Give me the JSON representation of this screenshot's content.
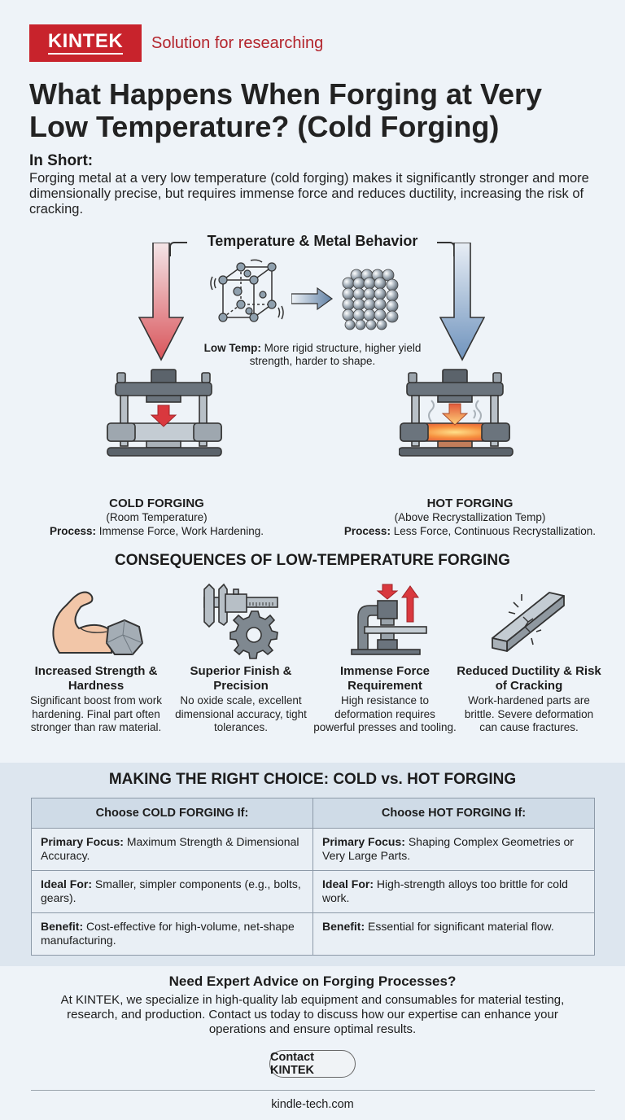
{
  "brand": {
    "logo": "KINTEK",
    "tagline": "Solution for researching",
    "accent_color": "#c8232c"
  },
  "title": "What Happens When Forging at Very Low Temperature? (Cold Forging)",
  "in_short": {
    "label": "In Short:",
    "text": "Forging metal at a very low temperature (cold forging) makes it significantly stronger and more dimensionally precise, but requires immense force and reduces ductility, increasing the risk of cracking."
  },
  "temperature_section": {
    "title": "Temperature & Metal Behavior",
    "caption_label": "Low Temp:",
    "caption_text": " More rigid structure, higher yield strength, harder to shape.",
    "cold_arrow_color": "#d9545a",
    "hot_arrow_color": "#6f93bd"
  },
  "cold_forging": {
    "title": "COLD FORGING",
    "subtitle": "(Room Temperature)",
    "process_label": "Process:",
    "process_text": " Immense Force, Work Hardening."
  },
  "hot_forging": {
    "title": "HOT FORGING",
    "subtitle": "(Above Recrystallization Temp)",
    "process_label": "Process:",
    "process_text": " Less Force, Continuous Recrystallization."
  },
  "consequences": {
    "title": "CONSEQUENCES OF LOW-TEMPERATURE FORGING",
    "items": [
      {
        "icon": "flexed-arm-icon",
        "title": "Increased Strength & Hardness",
        "text": "Significant boost from work hardening. Final part often stronger than raw material."
      },
      {
        "icon": "caliper-gear-icon",
        "title": "Superior Finish & Precision",
        "text": "No oxide scale, excellent dimensional accuracy, tight tolerances."
      },
      {
        "icon": "press-force-icon",
        "title": "Immense Force Requirement",
        "text": "High resistance to deformation requires powerful presses and tooling."
      },
      {
        "icon": "cracked-bar-icon",
        "title": "Reduced Ductility & Risk of Cracking",
        "text": "Work-hardened parts are brittle. Severe deformation can cause fractures."
      }
    ]
  },
  "choice": {
    "title": "MAKING THE RIGHT CHOICE: COLD vs. HOT FORGING",
    "headers": [
      "Choose COLD FORGING If:",
      "Choose HOT FORGING If:"
    ],
    "rows": [
      [
        {
          "label": "Primary Focus:",
          "text": " Maximum Strength & Dimensional Accuracy."
        },
        {
          "label": "Primary Focus:",
          "text": " Shaping Complex Geometries or Very Large Parts."
        }
      ],
      [
        {
          "label": "Ideal For:",
          "text": " Smaller, simpler components (e.g., bolts, gears)."
        },
        {
          "label": "Ideal For:",
          "text": " High-strength alloys too brittle for cold work."
        }
      ],
      [
        {
          "label": "Benefit:",
          "text": " Cost-effective for high-volume, net-shape manufacturing."
        },
        {
          "label": "Benefit:",
          "text": " Essential for significant material flow."
        }
      ]
    ]
  },
  "cta": {
    "title": "Need Expert Advice on Forging Processes?",
    "body": "At KINTEK, we specialize in high-quality lab equipment and consumables for material testing, research, and production. Contact us today to discuss how our expertise can enhance your operations and ensure optimal results.",
    "button": "Contact KINTEK"
  },
  "footer": {
    "url": "kindle-tech.com"
  }
}
